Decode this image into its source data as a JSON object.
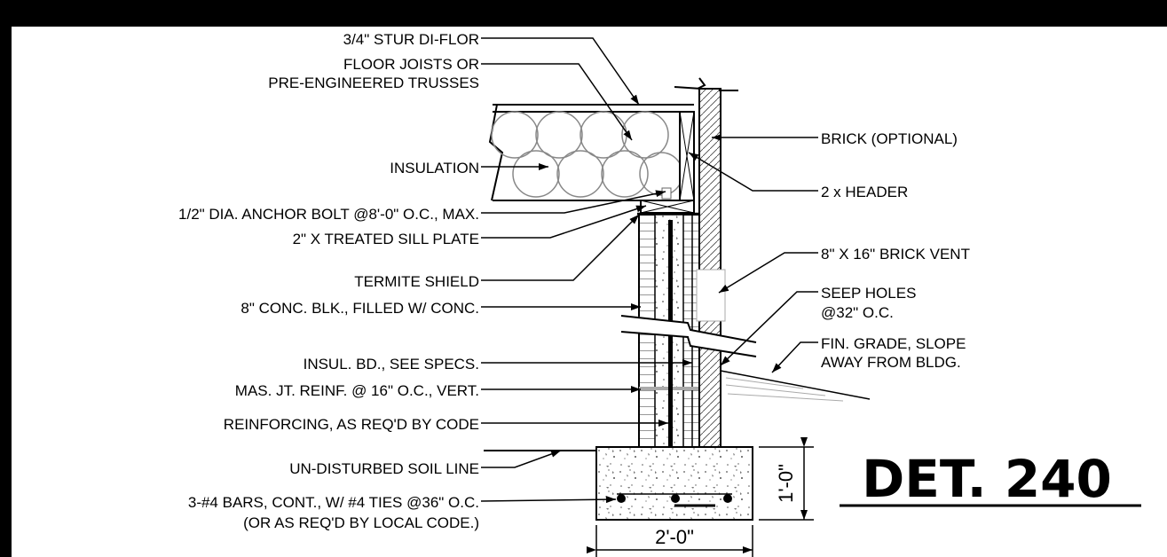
{
  "title": "DET. 240",
  "labels_left": [
    "3/4\" STUR DI-FLOR",
    "FLOOR JOISTS OR",
    "PRE-ENGINEERED TRUSSES",
    "INSULATION",
    "1/2\" DIA. ANCHOR BOLT @8'-0\" O.C., MAX.",
    "2\" X TREATED SILL PLATE",
    "TERMITE SHIELD",
    "8\" CONC. BLK., FILLED W/ CONC.",
    "INSUL. BD., SEE SPECS.",
    "MAS. JT. REINF. @ 16\" O.C., VERT.",
    "REINFORCING, AS REQ'D BY CODE",
    "UN-DISTURBED SOIL LINE",
    "3-#4 BARS, CONT., W/ #4 TIES @36\" O.C.",
    "(OR AS REQ'D BY LOCAL CODE.)"
  ],
  "labels_right": [
    "BRICK (OPTIONAL)",
    "2 x HEADER",
    "8\" X 16\" BRICK VENT",
    "SEEP HOLES",
    "@32\" O.C.",
    "FIN. GRADE, SLOPE",
    "AWAY FROM BLDG."
  ],
  "dimensions": {
    "footing_height": "1'-0\"",
    "footing_width": "2'-0\""
  },
  "colors": {
    "frame": "#000000",
    "paper": "#ffffff",
    "ink": "#000000",
    "gray": "#9a9a9a"
  }
}
